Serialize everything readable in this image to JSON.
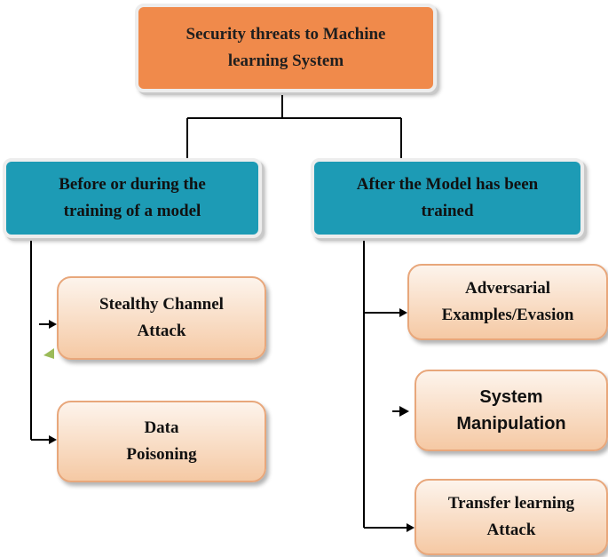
{
  "diagram": {
    "root": {
      "label": "Security threats to Machine\nlearning System"
    },
    "categories": [
      {
        "label": "Before or during the\ntraining of a model",
        "children": [
          {
            "label": "Stealthy Channel\nAttack"
          },
          {
            "label": "Data\nPoisoning"
          }
        ]
      },
      {
        "label": "After the Model has been\ntrained",
        "children": [
          {
            "label": "Adversarial\nExamples/Evasion"
          },
          {
            "label": "System\nManipulation"
          },
          {
            "label": "Transfer learning\nAttack"
          }
        ]
      }
    ],
    "colors": {
      "root_fill": "#f08a4b",
      "category_fill": "#1d9bb5",
      "leaf_fill": "#f8d4b6",
      "connector": "#000000",
      "marker_accent": "#9bbb59"
    }
  }
}
